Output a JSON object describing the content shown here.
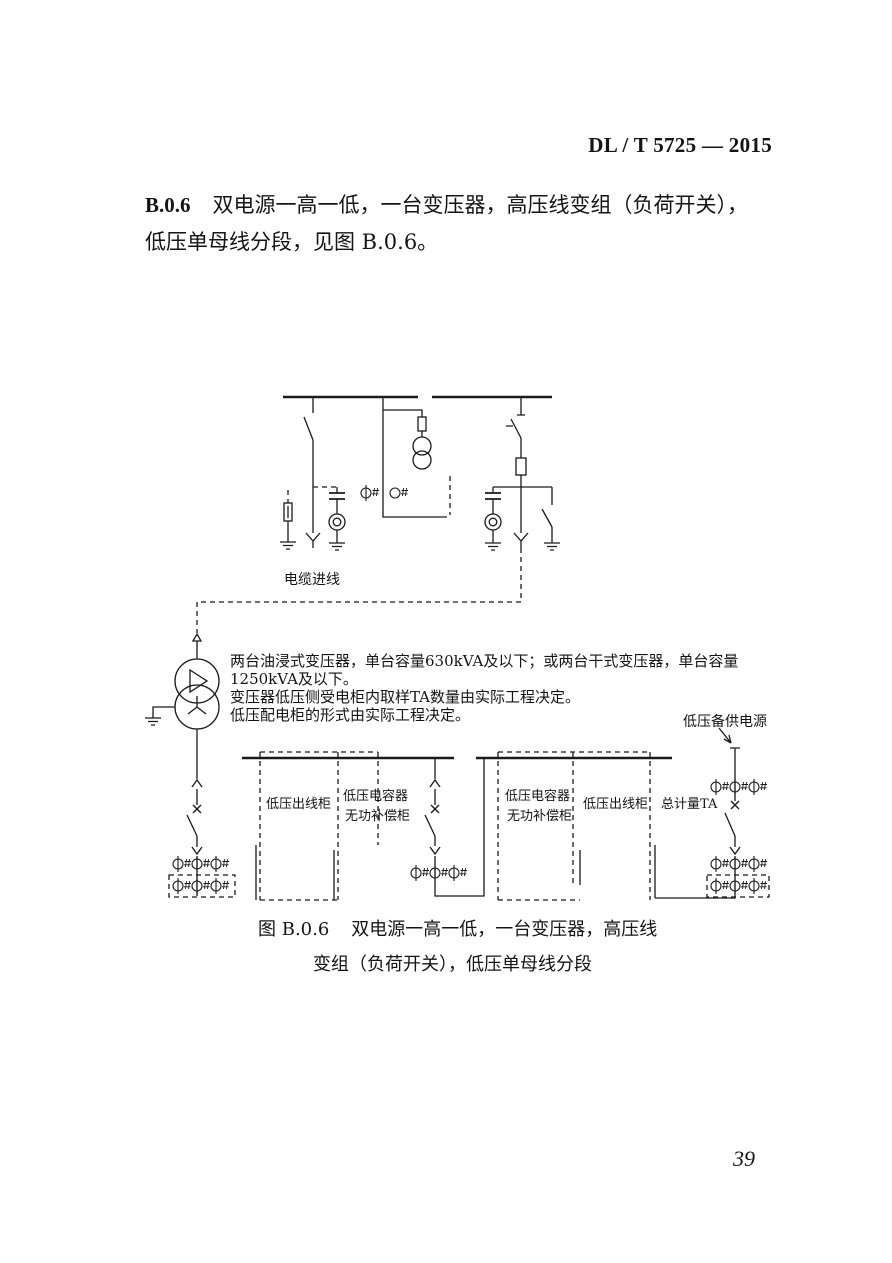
{
  "header": {
    "doc_code": "DL / T 5725 — 2015"
  },
  "clause": {
    "number": "B.0.6",
    "line1": "双电源一高一低，一台变压器，高压线变组（负荷开关），",
    "line2": "低压单母线分段，见图 B.0.6。"
  },
  "figure": {
    "labels": {
      "cable_incoming": "电缆进线",
      "backup_supply": "低压备供电源",
      "lv_outgoing_left": "低压出线柜",
      "capacitor_left_1": "低压电容器",
      "capacitor_left_2": "无功补偿柜",
      "capacitor_right_1": "低压电容器",
      "capacitor_right_2": "无功补偿柜",
      "lv_outgoing_right": "低压出线柜",
      "total_metering": "总计量TA"
    },
    "notes": [
      "两台油浸式变压器，单台容量630kVA及以下；或两台干式变压器，单台容量",
      "1250kVA及以下。",
      "变压器低压侧受电柜内取样TA数量由实际工程决定。",
      "低压配电柜的形式由实际工程决定。"
    ],
    "caption": {
      "number": "图 B.0.6",
      "line1": "双电源一高一低，一台变压器，高压线",
      "line2": "变组（负荷开关），低压单母线分段"
    }
  },
  "page_number": "39"
}
